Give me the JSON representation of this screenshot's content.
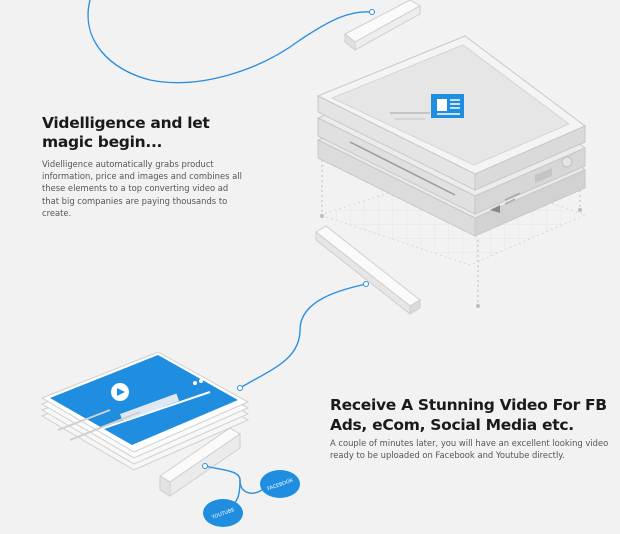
{
  "section1": {
    "title": "Videlligence and let magic begin...",
    "body": "Videlligence automatically grabs product information, price and images and combines all these elements to a top converting video ad that big companies are paying thousands to create."
  },
  "section2": {
    "title": "Receive A Stunning Video For FB Ads, eCom, Social Media etc.",
    "body": "A couple of minutes later, you will have an excellent looking video ready to be uploaded on Facebook and Youtube directly."
  },
  "badges": {
    "facebook": "FACEBOOK",
    "youtube": "YOUTUBE"
  },
  "colors": {
    "accent": "#1f8de0",
    "line": "#2b8fe0",
    "text_dark": "#1a1a1a",
    "text_body": "#555555",
    "background": "#f2f2f2"
  },
  "icons": {
    "document": "article-icon",
    "play": "play-icon"
  }
}
